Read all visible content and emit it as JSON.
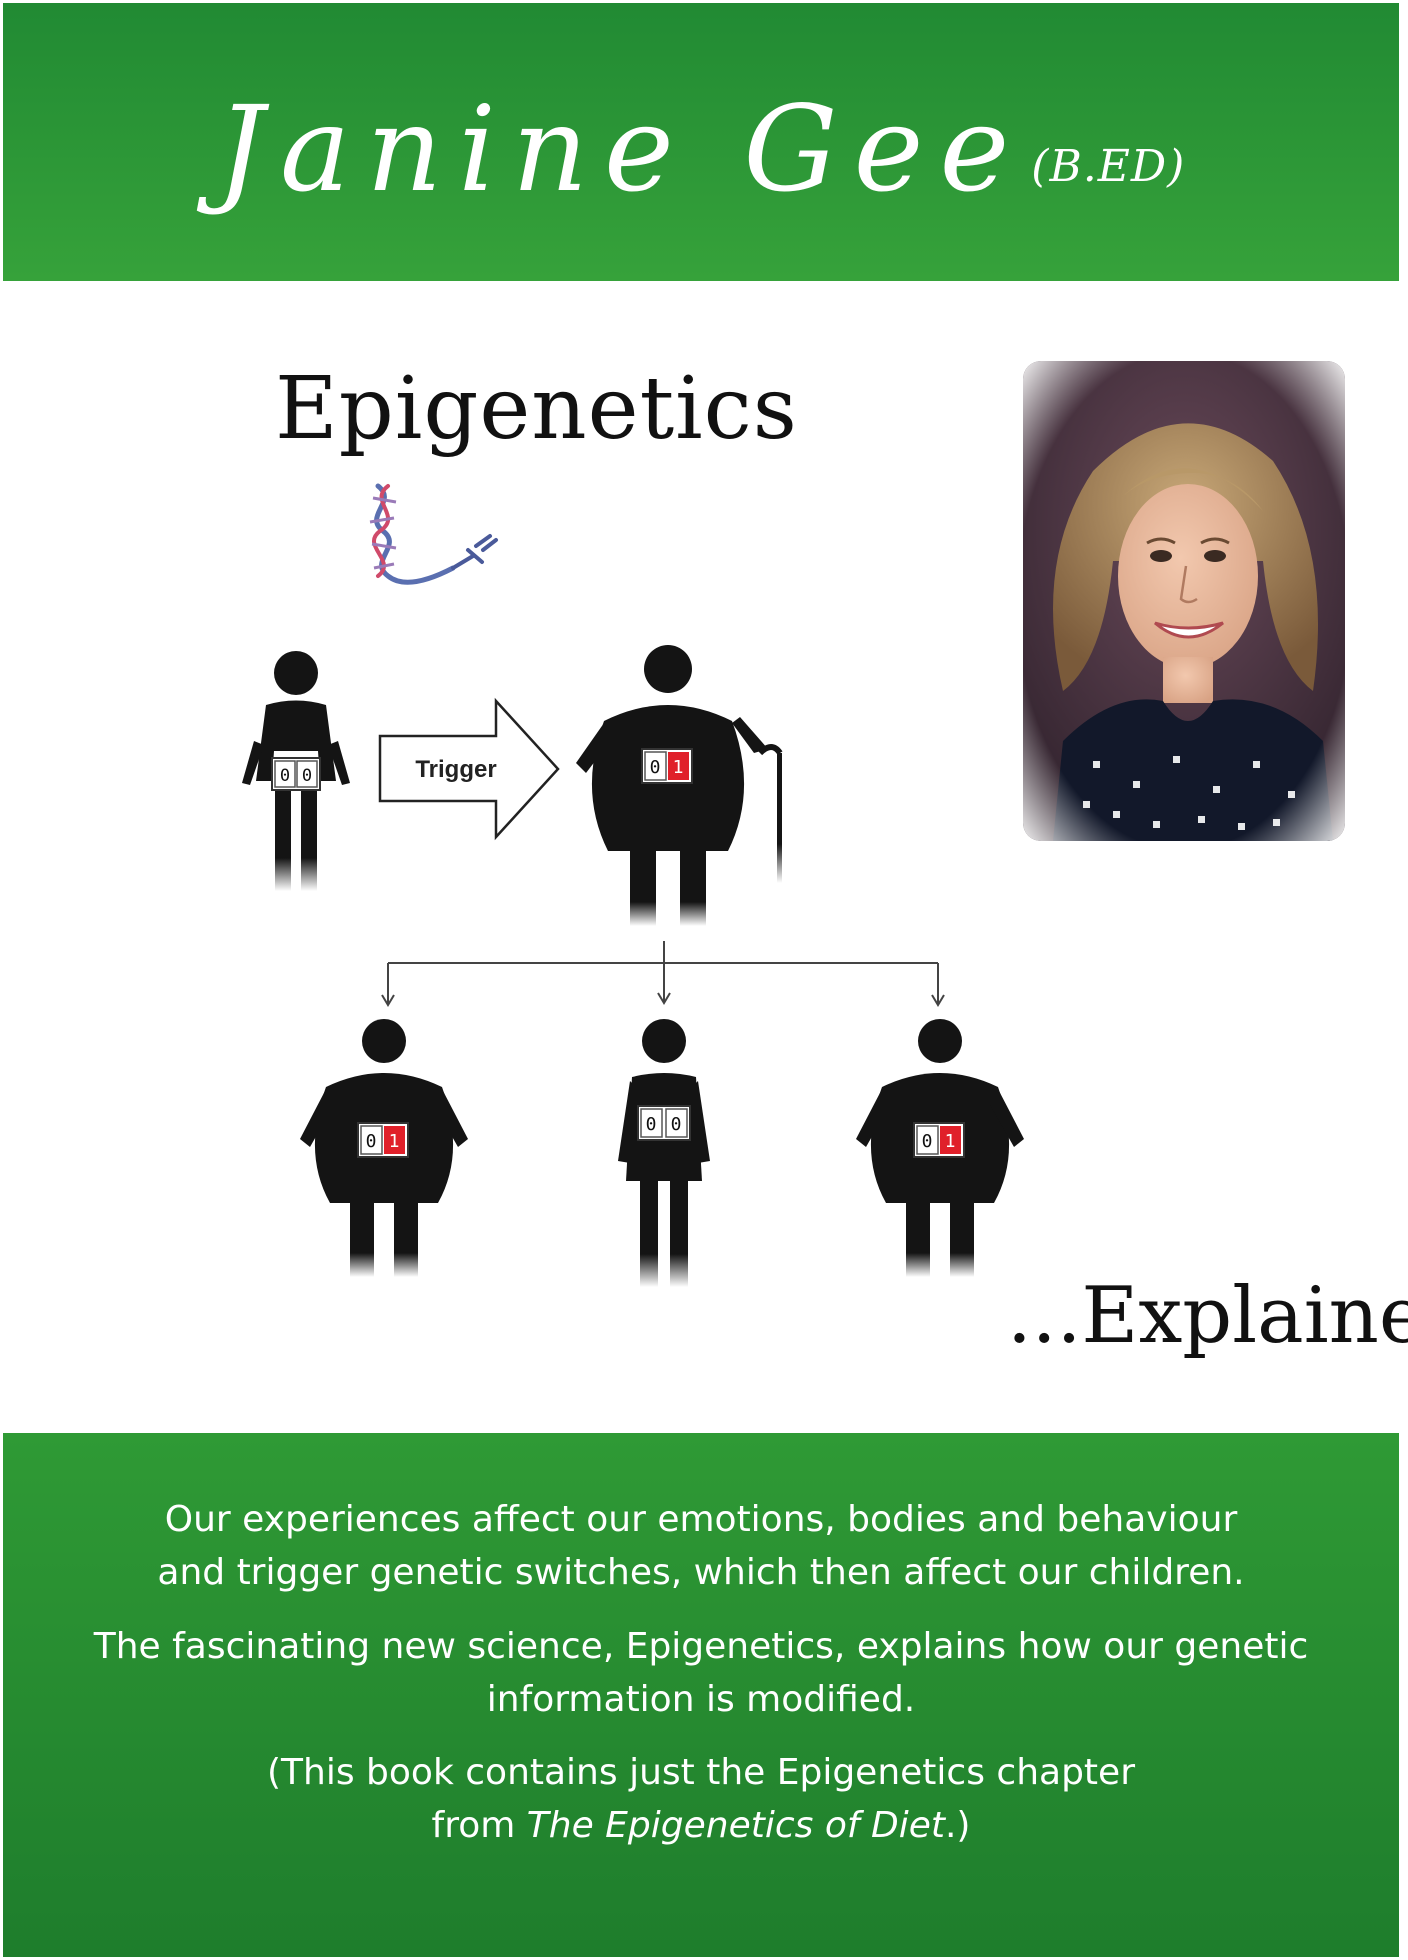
{
  "header": {
    "author_name": "Janine Gee",
    "author_credential": "(B.ED)"
  },
  "colors": {
    "band_green": "#2c9636",
    "dark_green": "#1e7d2c",
    "figure_black": "#141414",
    "switch_red": "#e0202a",
    "text_white": "#ffffff"
  },
  "artwork": {
    "title_word": "Epigenetics",
    "trigger_label": "Trigger",
    "switches": {
      "parent_before": [
        "0",
        "0"
      ],
      "parent_after": [
        "0",
        "1"
      ],
      "child_left": [
        "0",
        "1"
      ],
      "child_middle": [
        "0",
        "0"
      ],
      "child_right": [
        "0",
        "1"
      ]
    },
    "subtitle": "...Explained",
    "icons": [
      "dna-icon",
      "arrow-right-icon",
      "walking-cane-icon"
    ]
  },
  "blurb": {
    "line1": "Our experiences affect our emotions, bodies and behaviour",
    "line2": "and trigger genetic switches, which then affect our children.",
    "line3": "The fascinating new science, Epigenetics, explains how our genetic",
    "line4": "information is modified.",
    "line5": "(This book contains just the Epigenetics chapter",
    "line6_prefix": "from ",
    "line6_title": "The Epigenetics of Diet",
    "line6_suffix": ".)"
  }
}
